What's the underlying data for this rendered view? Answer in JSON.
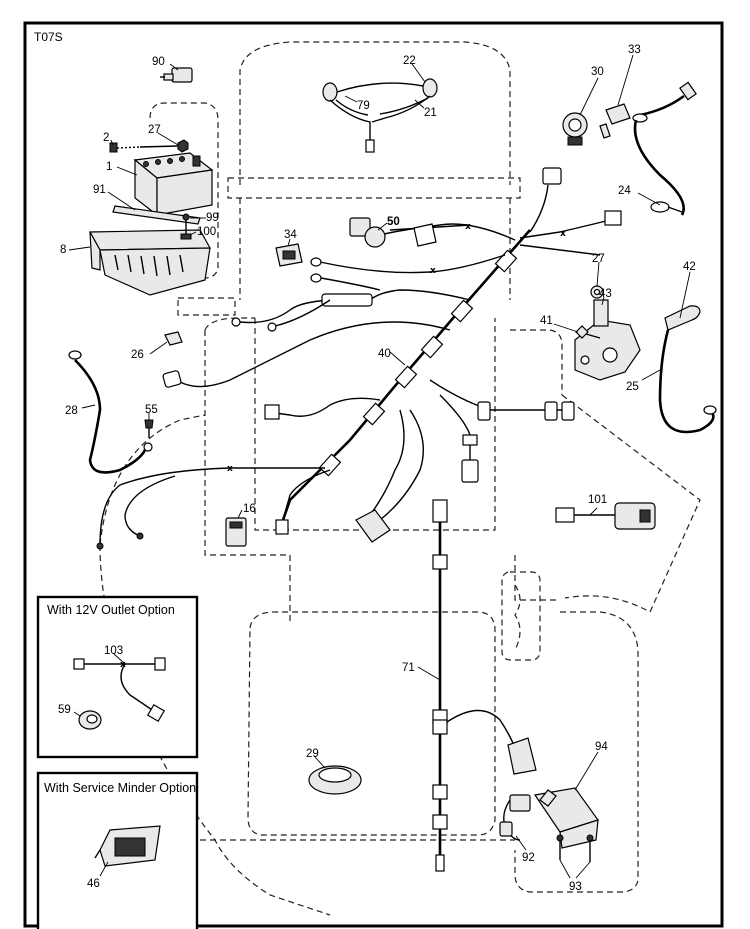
{
  "diagram_code": "T07S",
  "options": {
    "outlet_12v": "With 12V Outlet Option",
    "service_minder": "With Service Minder Option"
  },
  "callouts": {
    "c90": "90",
    "c22": "22",
    "c79": "79",
    "c21": "21",
    "c30": "30",
    "c33": "33",
    "c2": "2",
    "c27a": "27",
    "c1": "1",
    "c91": "91",
    "c99": "99",
    "c100": "100",
    "c8": "8",
    "c34": "34",
    "c50": "50",
    "c24": "24",
    "c27b": "27",
    "c42": "42",
    "c43": "43",
    "c41": "41",
    "c26": "26",
    "c40": "40",
    "c25": "25",
    "c28": "28",
    "c55": "55",
    "c16": "16",
    "c101": "101",
    "c103": "103",
    "c59": "59",
    "c71": "71",
    "c29": "29",
    "c94": "94",
    "c92": "92",
    "c93": "93",
    "c46": "46"
  }
}
